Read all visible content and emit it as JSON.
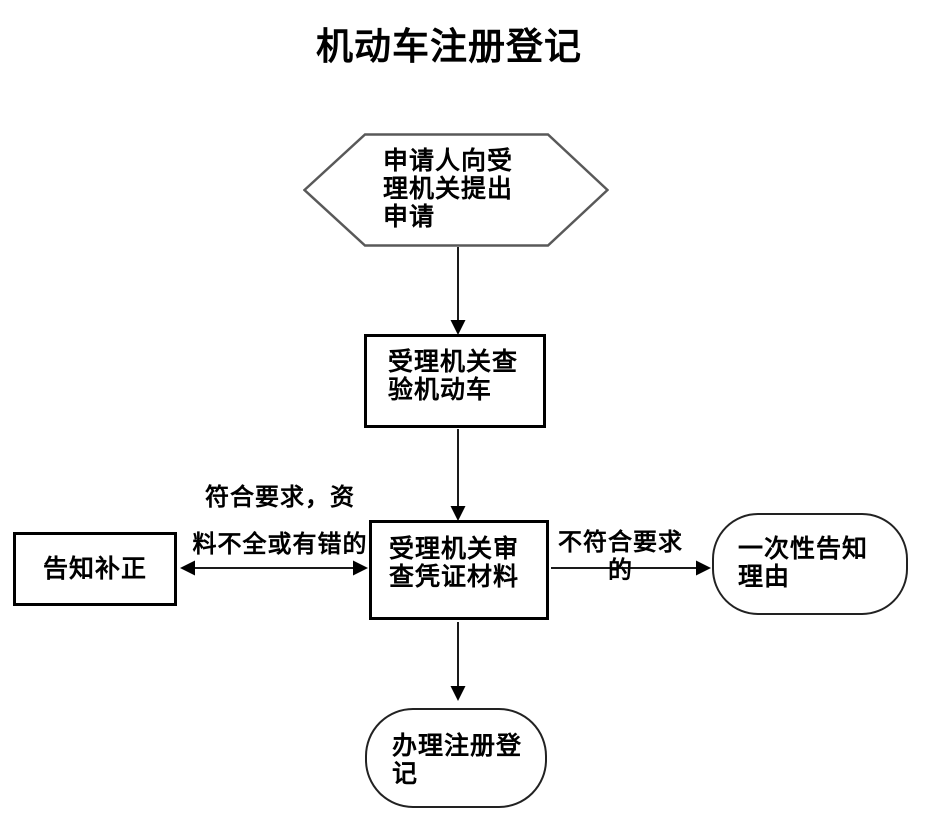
{
  "title": "机动车注册登记",
  "nodes": {
    "start": {
      "shape": "hexagon",
      "label": "申请人向受\n理机关提出\n申请"
    },
    "inspect": {
      "shape": "rectangle",
      "label": "受理机关查\n验机动车"
    },
    "review": {
      "shape": "rectangle",
      "label": "受理机关审\n查凭证材料"
    },
    "correct": {
      "shape": "rectangle",
      "label": "告知补正"
    },
    "reason": {
      "shape": "rounded-rectangle",
      "label": "一次性告知\n理由"
    },
    "register": {
      "shape": "rounded-rectangle",
      "label": "办理注册登\n记"
    }
  },
  "edge_labels": {
    "correct_condition": "符合要求，资\n料不全或有错的",
    "reason_condition": "不符合要求的"
  },
  "colors": {
    "text": "#000000",
    "rect_border": "#000000",
    "stadium_border": "#222222",
    "hexagon_border": "#595959",
    "arrow": "#1a1a1a",
    "background": "#ffffff"
  }
}
